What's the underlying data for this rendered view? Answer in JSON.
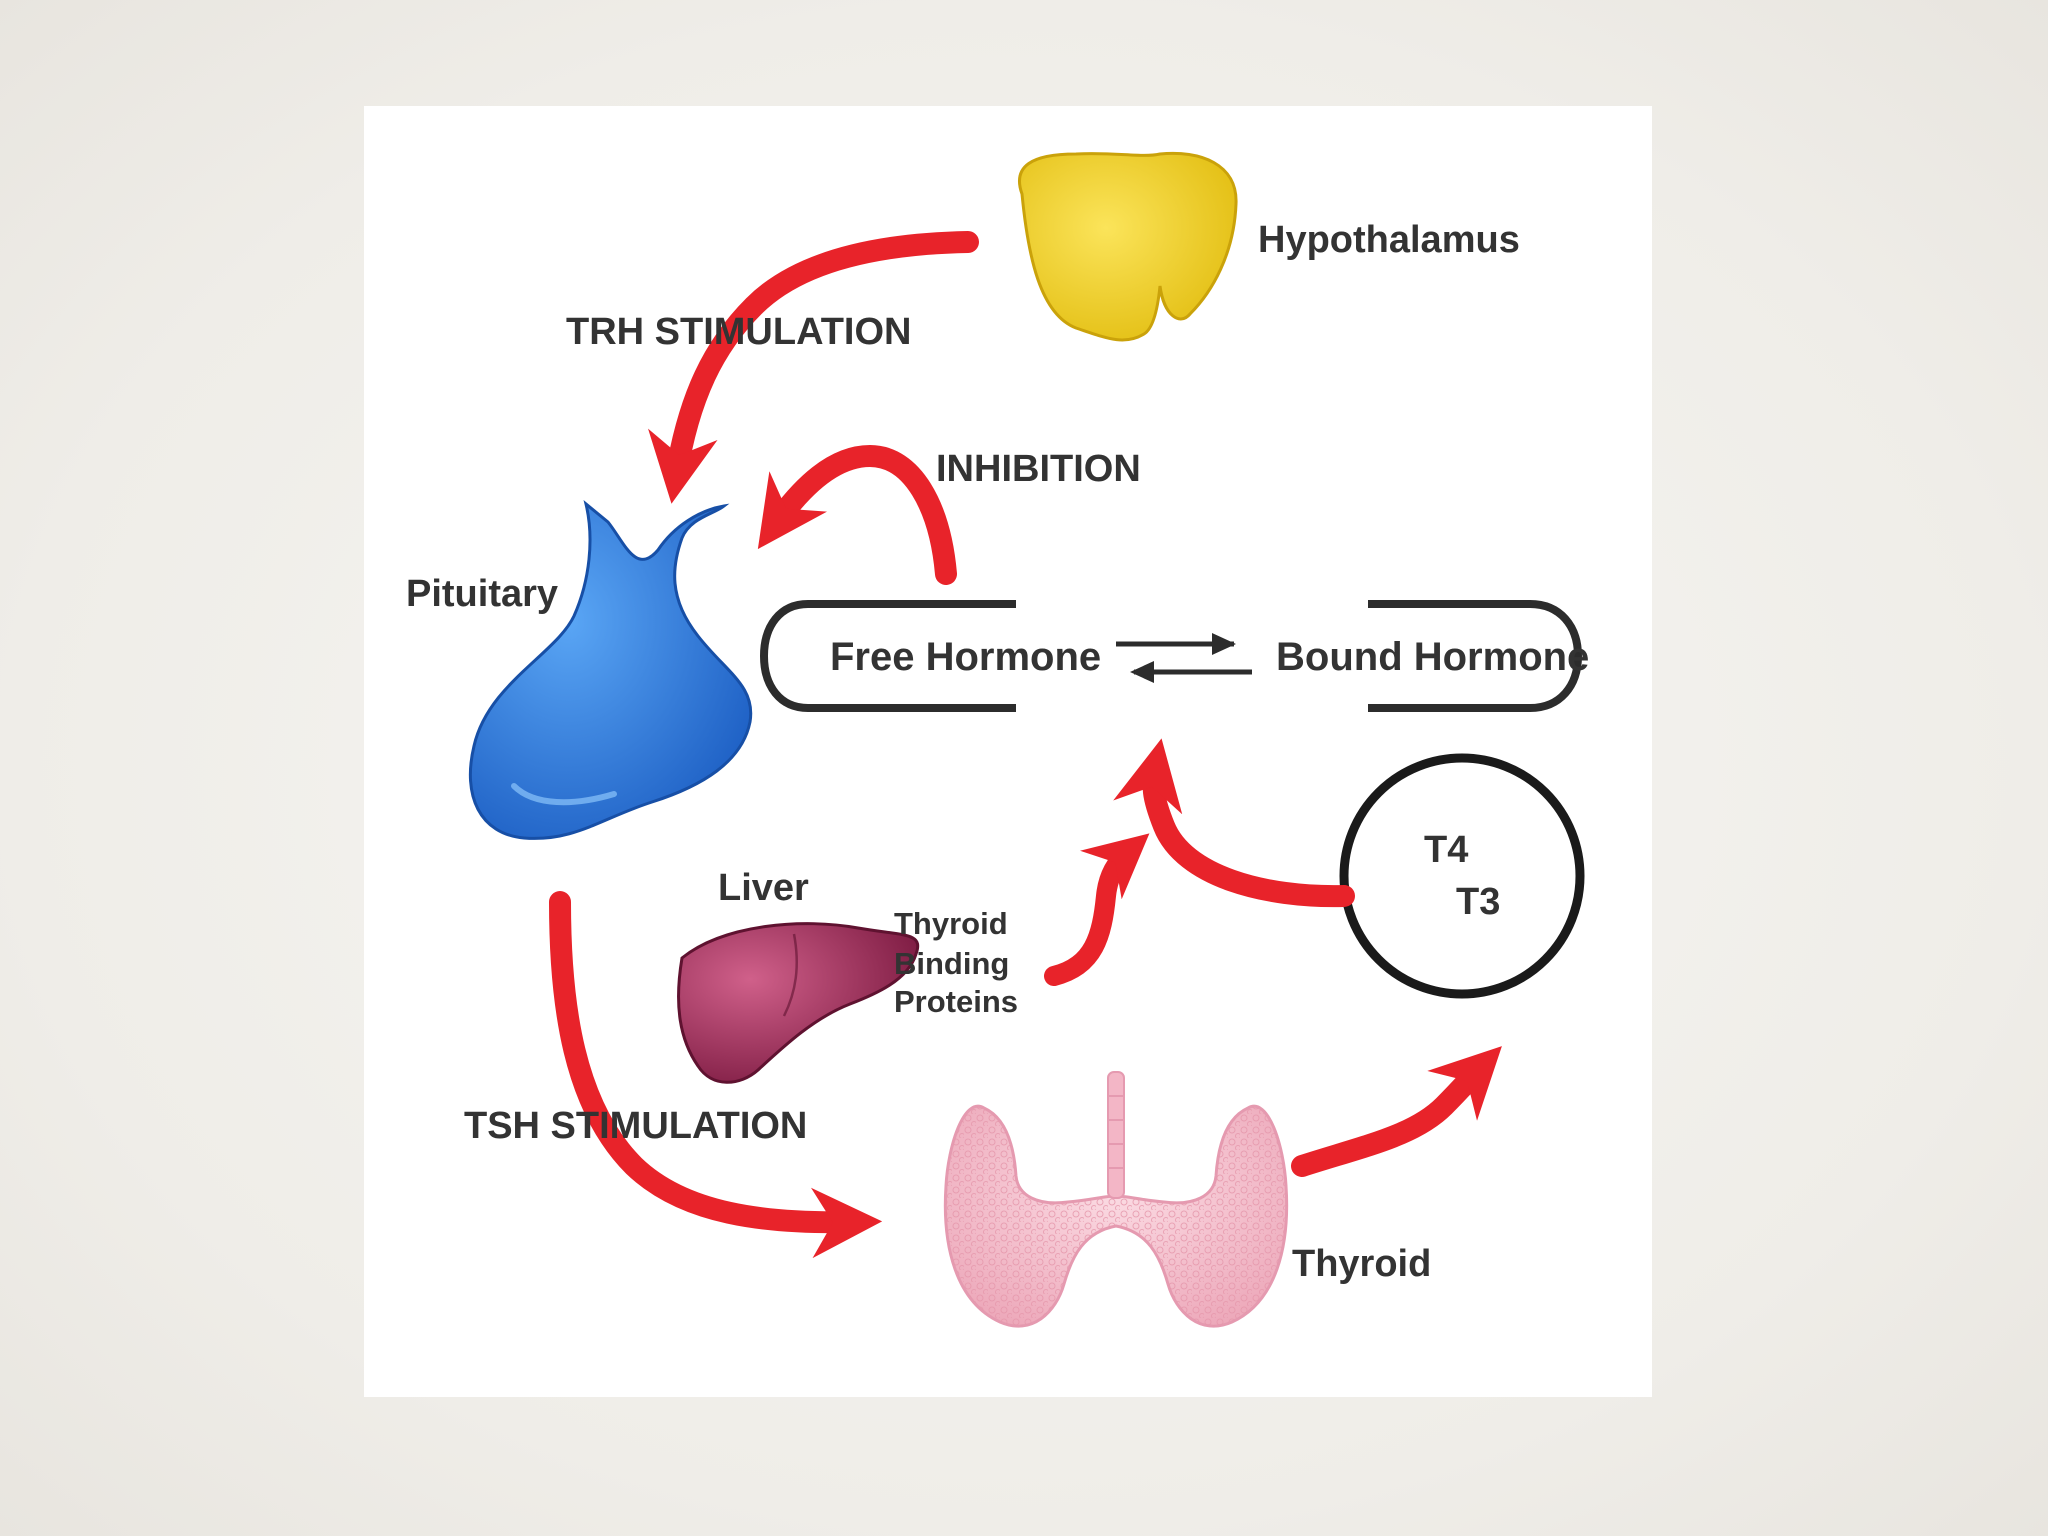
{
  "diagram": {
    "labels": {
      "hypothalamus": "Hypothalamus",
      "trh": "TRH STIMULATION",
      "inhibition": "INHIBITION",
      "pituitary": "Pituitary",
      "free_hormone": "Free Hormone",
      "bound_hormone": "Bound Hormone",
      "liver": "Liver",
      "binding_line1": "Thyroid",
      "binding_line2": "Binding",
      "binding_line3": "Proteins",
      "t4": "T4",
      "t3": "T3",
      "tsh": "TSH STIMULATION",
      "thyroid": "Thyroid"
    },
    "colors": {
      "arrow": "#e8232a",
      "hypothalamus": "#f2d21b",
      "pituitary": "#2f7fe0",
      "liver": "#a23058",
      "thyroid": "#f6c2cf",
      "text": "#333333"
    }
  }
}
